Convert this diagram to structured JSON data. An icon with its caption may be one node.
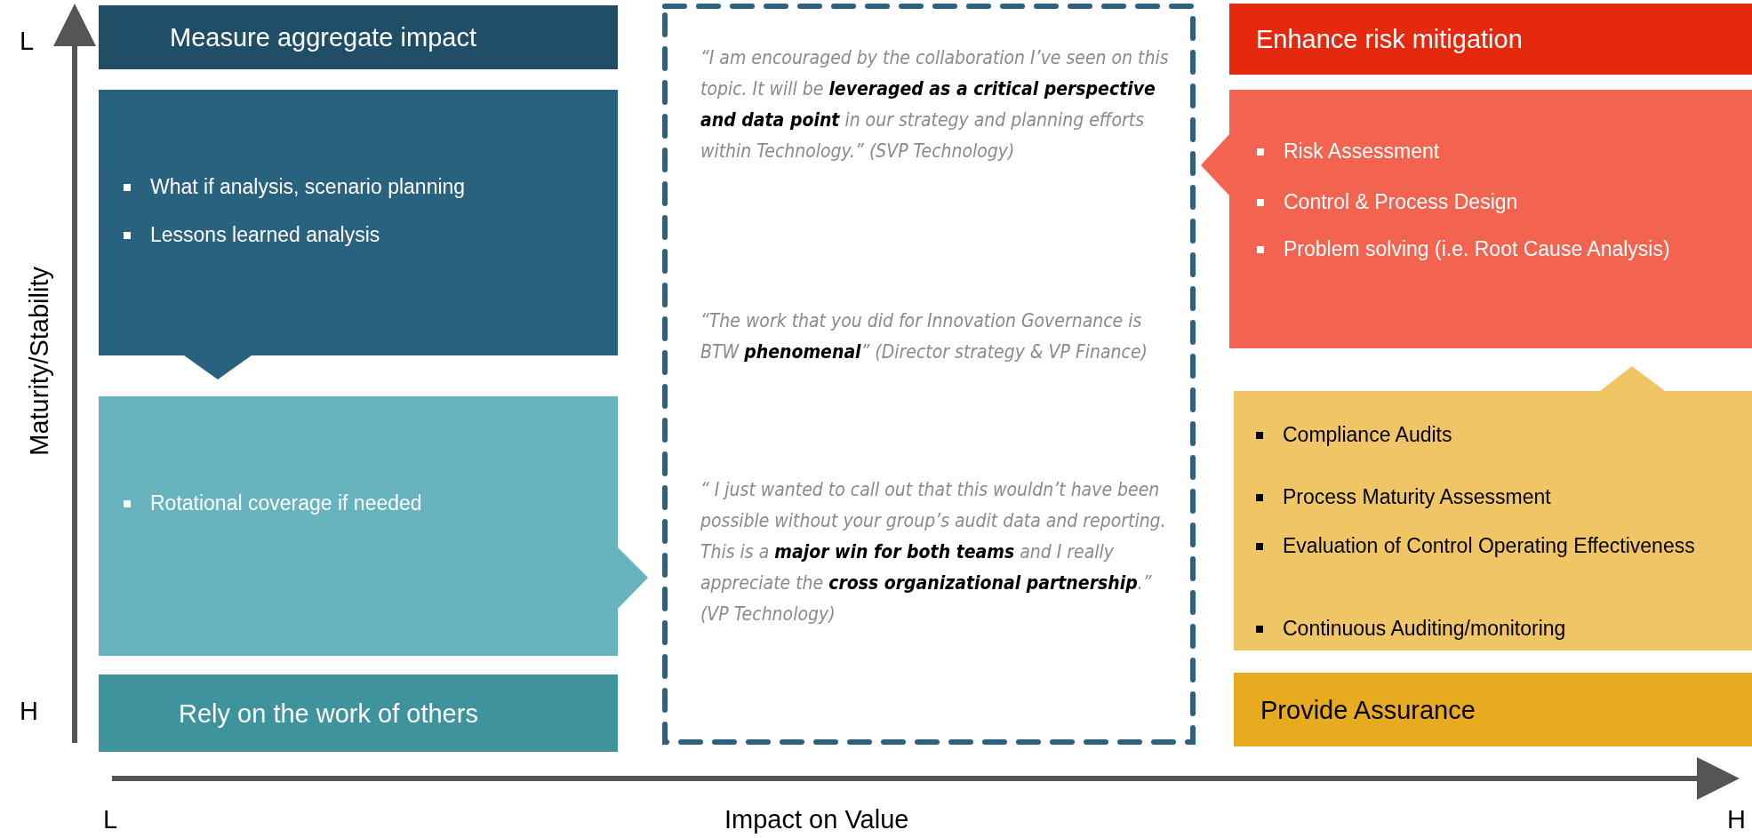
{
  "diagram": {
    "nodes": [
      {
        "text": [
          "Measure aggregate impact"
        ]
      },
      {
        "text": [
          "What if analysis, scenario planning",
          "Lessons learned analysis"
        ]
      },
      {
        "text": [
          "Rotational coverage if needed"
        ]
      },
      {
        "text": [
          "Rely on the work of others"
        ]
      },
      {
        "text": [
          "“I am encouraged by the collaboration I’ve seen on this topic. It will be **leveraged as a critical perspective and data point** in our strategy and planning efforts within Technology.” (SVP Technology)",
          "“The work that you did for Innovation Governance is BTW **phenomenal**” (Director strategy & VP Finance)",
          "“ I just wanted to call out that this wouldn’t have been possible without your group’s audit data and reporting. This is a **major win for both teams** and I really appreciate the **cross organizational partnership**.” (VP Technology)"
        ]
      },
      {
        "text": [
          "Enhance risk mitigation"
        ]
      },
      {
        "text": [
          "Risk Assessment",
          "Control & Process Design",
          "Problem solving (i.e. Root Cause Analysis)"
        ]
      },
      {
        "text": [
          "Compliance Audits",
          "Process Maturity Assessment",
          "Evaluation of Control Operating Effectiveness",
          "Continuous Auditing/monitoring"
        ]
      },
      {
        "text": [
          "Provide Assurance"
        ]
      }
    ],
    "edges": [],
    "labels": [
      "L",
      "H",
      "Maturity/Stability",
      "L",
      "Impact on Value",
      "H"
    ]
  }
}
